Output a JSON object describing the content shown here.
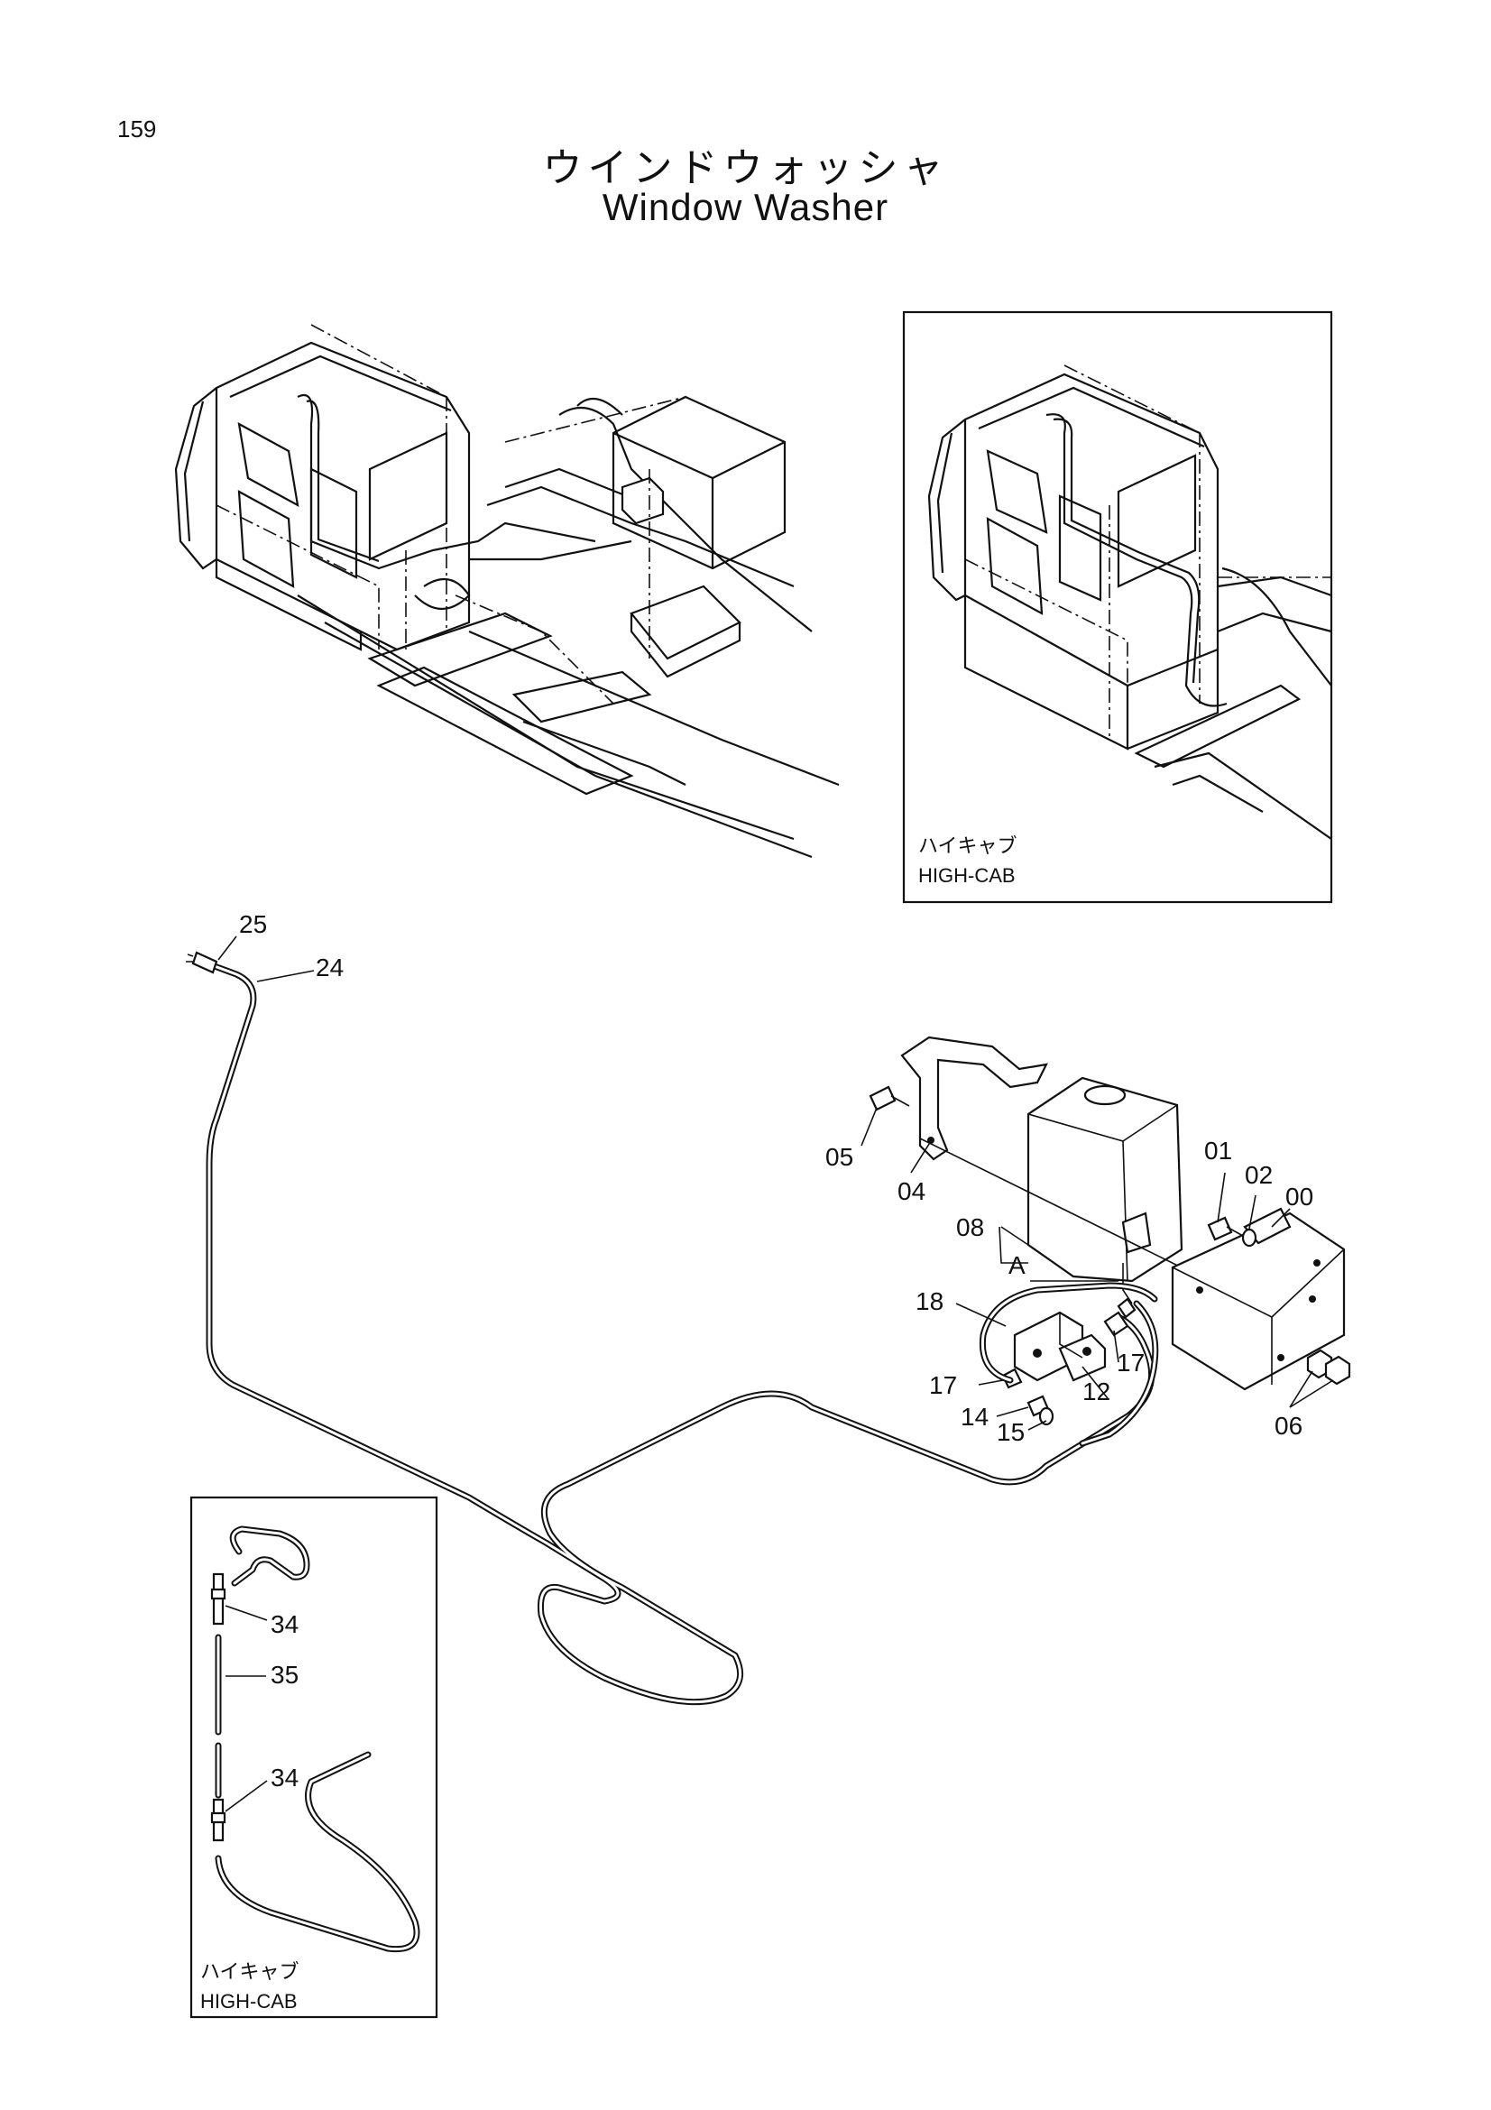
{
  "page_number": "159",
  "title_ja": "ウインドウォッシャ",
  "title_en": "Window Washer",
  "inset_top": {
    "label_ja": "ハイキャブ",
    "label_en": "HIGH-CAB"
  },
  "inset_bottom": {
    "label_ja": "ハイキャブ",
    "label_en": "HIGH-CAB"
  },
  "callouts": {
    "c25": "25",
    "c24": "24",
    "c05": "05",
    "c04": "04",
    "c01": "01",
    "c02": "02",
    "c00": "00",
    "c08": "08",
    "cA": "A",
    "c18": "18",
    "c17a": "17",
    "c17b": "17",
    "c12": "12",
    "c14": "14",
    "c15": "15",
    "c06": "06",
    "c34a": "34",
    "c35": "35",
    "c34b": "34"
  }
}
